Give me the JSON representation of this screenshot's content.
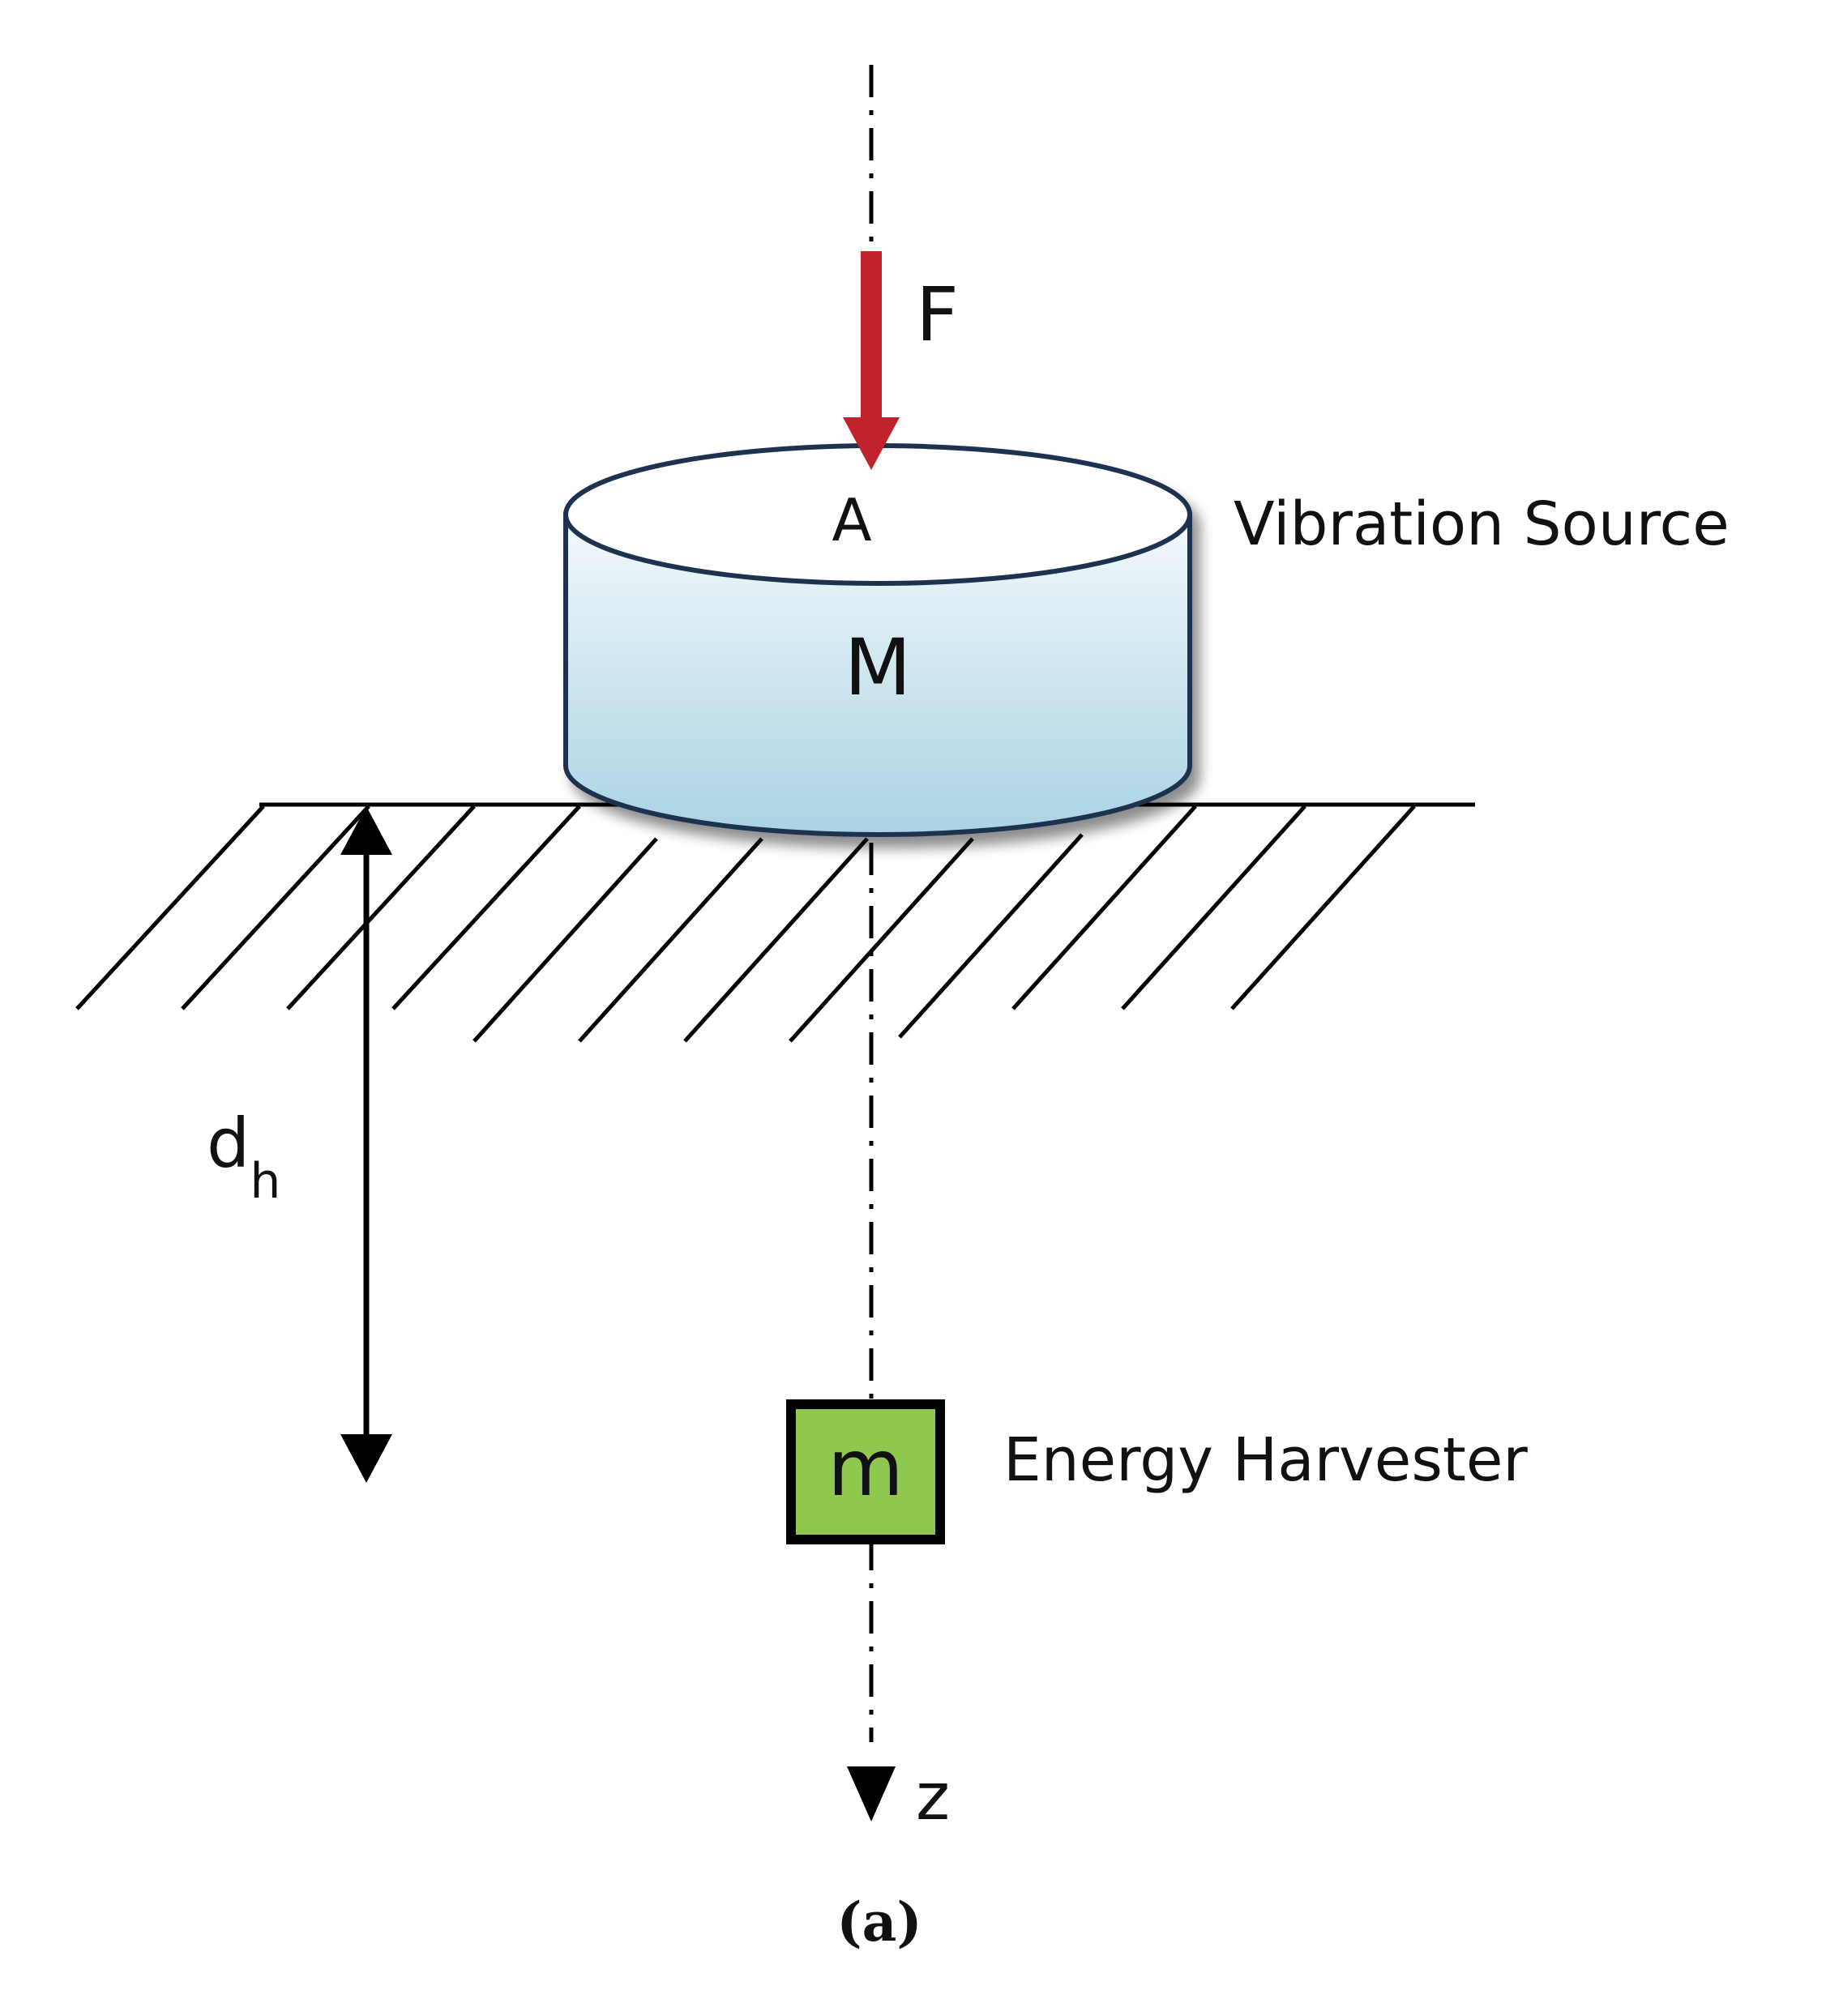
{
  "labels": {
    "force": "F",
    "top_point": "A",
    "source_mass": "M",
    "source_name": "Vibration Source",
    "distance": "d",
    "distance_sub": "h",
    "harvester_mass": "m",
    "harvester_name": "Energy Harvester",
    "axis": "z",
    "panel": "(a)"
  },
  "colors": {
    "force_arrow": "#c0232b",
    "cylinder_top": "#ffffff",
    "cylinder_body_top": "#f4f9fc",
    "cylinder_body_bottom": "#a9d3e3",
    "cylinder_outline": "#1e3350",
    "harvester_fill": "#8fc84e",
    "line": "#000000"
  }
}
